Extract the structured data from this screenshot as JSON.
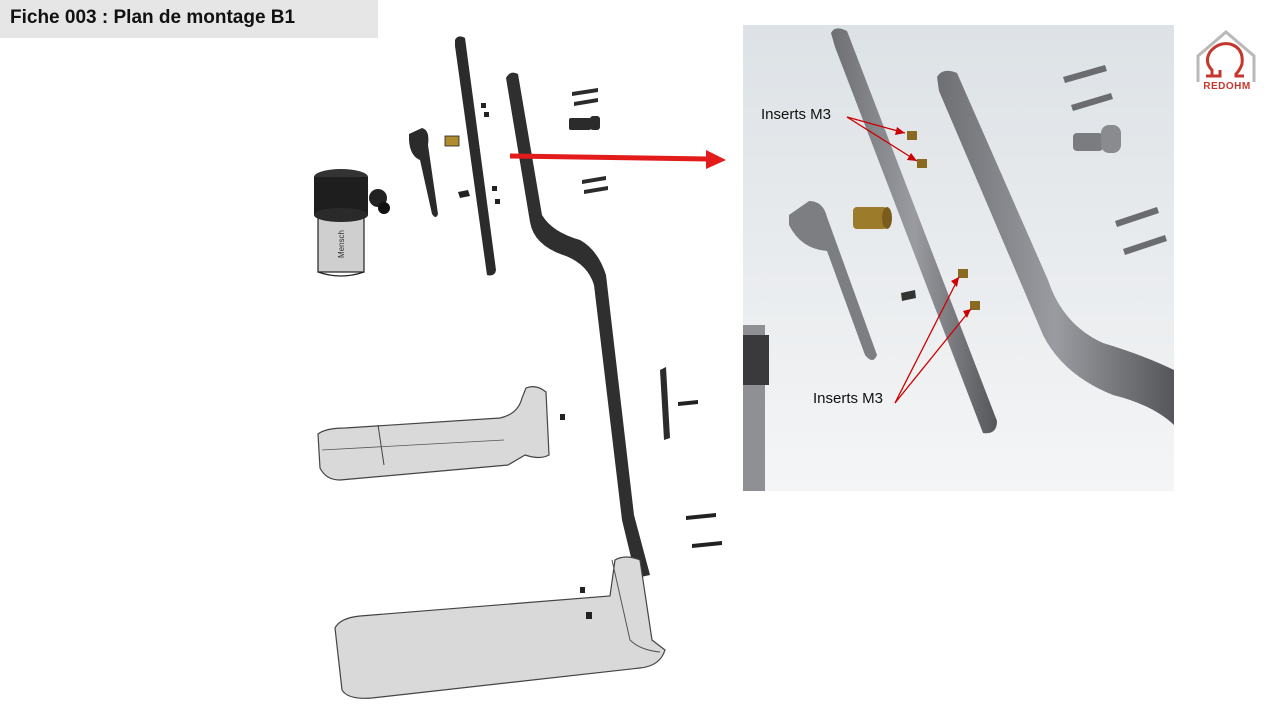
{
  "header": {
    "title": "Fiche 003 : Plan de montage B1"
  },
  "zoom_photo": {
    "callout_top": "Inserts M3",
    "callout_bottom": "Inserts M3"
  },
  "logo": {
    "text": "REDOHM",
    "icon": "house-omega-icon",
    "color": "#c4372e"
  },
  "colors": {
    "arrow": "#e31b1b",
    "part_dark": "#2b2b2b",
    "part_light": "#d9d9d9",
    "photo_bg": "#e6e9ec"
  }
}
